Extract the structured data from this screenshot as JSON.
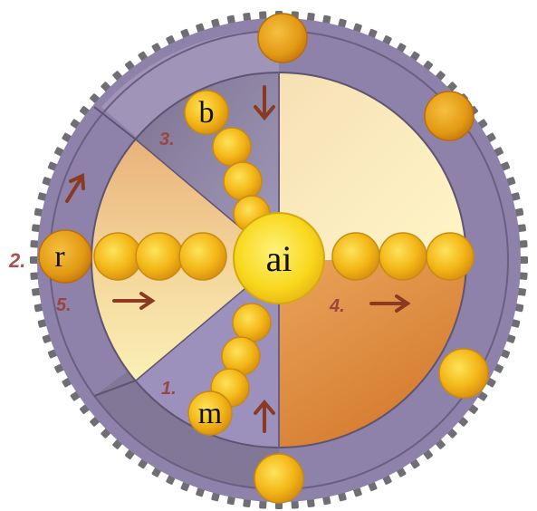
{
  "labels": {
    "center": "ai",
    "top_bead": "b",
    "bottom_bead": "m",
    "left_bead": "r"
  },
  "step_numbers": {
    "one": "1.",
    "two": "2.",
    "three": "3.",
    "four": "4.",
    "five": "5."
  },
  "colors": {
    "rim": "#8d80a6",
    "ring": "#a99cc4",
    "teeth": "#6f6f74",
    "bead": "#f2b81a",
    "bead_dark": "#e09a10",
    "center": "#f7d51c",
    "number_text": "#b0504a",
    "arrow": "#8a3a22"
  },
  "icons": [
    "up-arrow-icon",
    "down-arrow-icon",
    "right-arrow-icon",
    "up-right-arrow-icon"
  ]
}
